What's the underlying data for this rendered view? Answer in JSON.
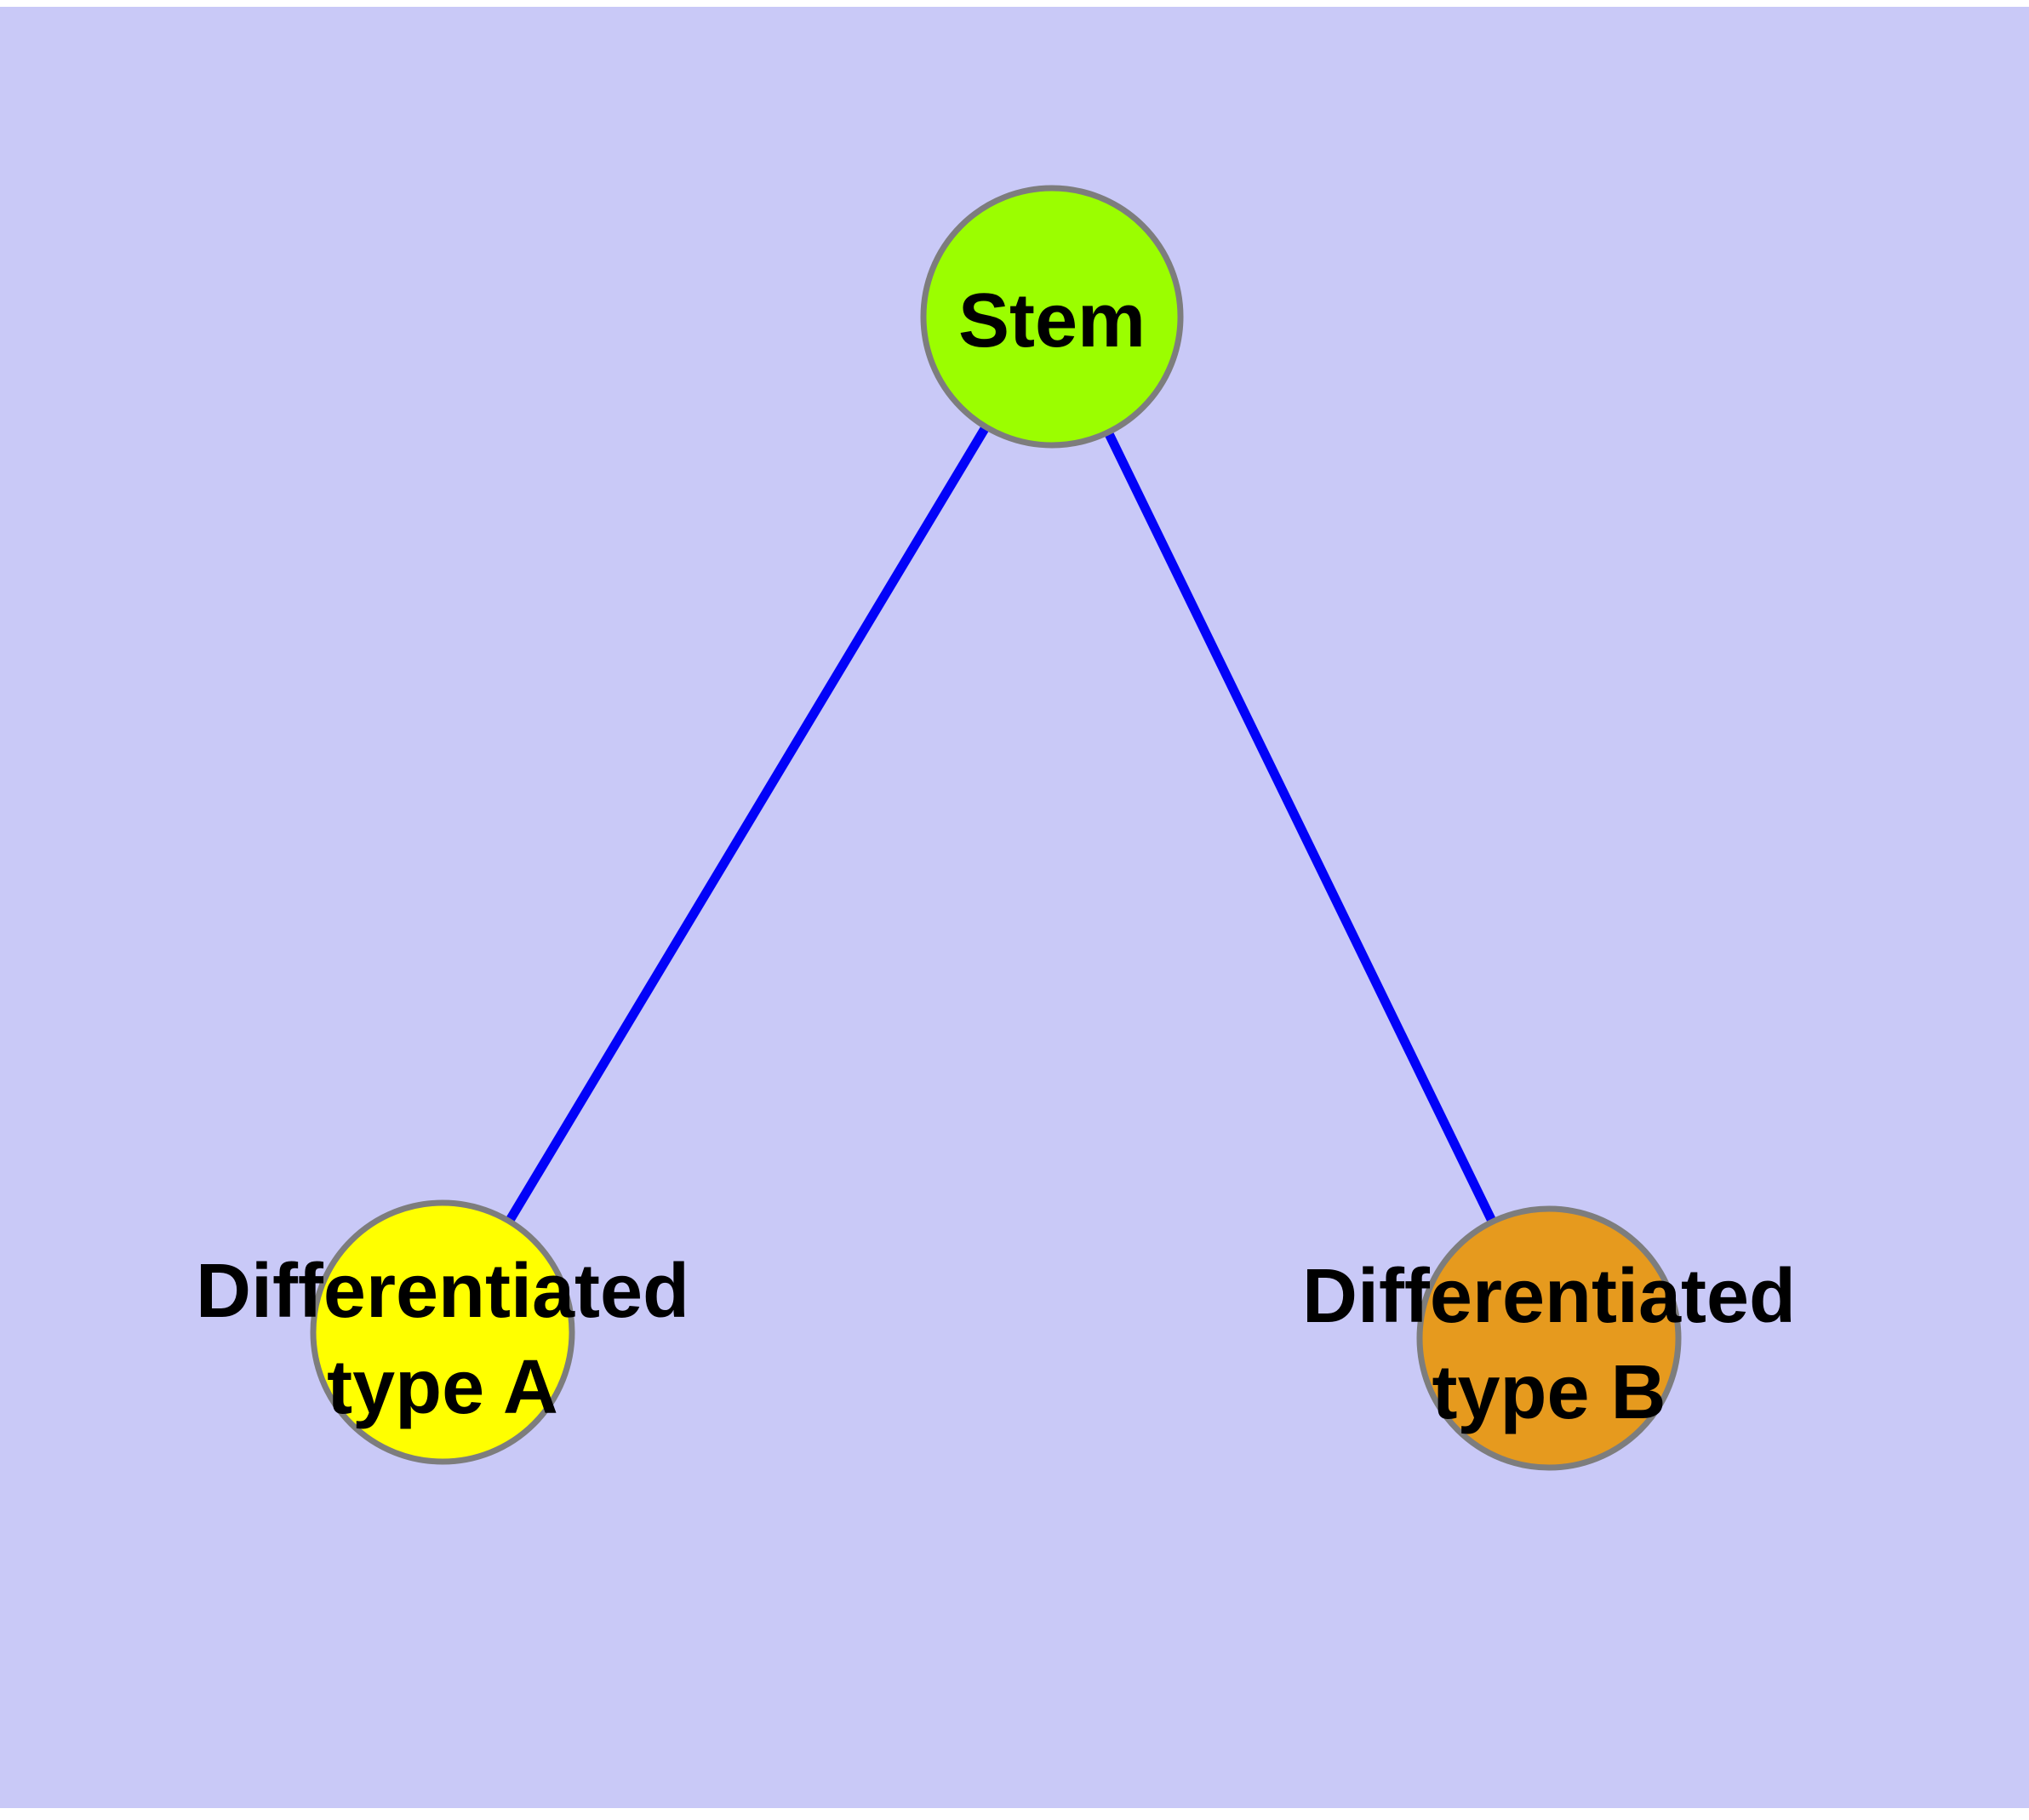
{
  "diagram": {
    "type": "graph",
    "background_color": "#c9c9f7",
    "node_border_color": "#7d7d7d",
    "label_color": "#000000",
    "nodes": [
      {
        "id": "stem",
        "label": "Stem",
        "fill": "#9bfe00",
        "stroke": "#7d7d7d"
      },
      {
        "id": "differentiated-type-a",
        "label": "Differentiated type A",
        "label_line1": "Differentiated",
        "label_line2": "type A",
        "fill": "#ffff00",
        "stroke": "#7d7d7d"
      },
      {
        "id": "differentiated-type-b",
        "label": "Differentiated type B",
        "label_line1": "Differentiated",
        "label_line2": "type B",
        "fill": "#e69a1e",
        "stroke": "#7d7d7d"
      }
    ],
    "edges": [
      {
        "from": "stem",
        "to": "differentiated-type-a",
        "color": "#0202f8"
      },
      {
        "from": "stem",
        "to": "differentiated-type-b",
        "color": "#0202f8"
      }
    ]
  }
}
